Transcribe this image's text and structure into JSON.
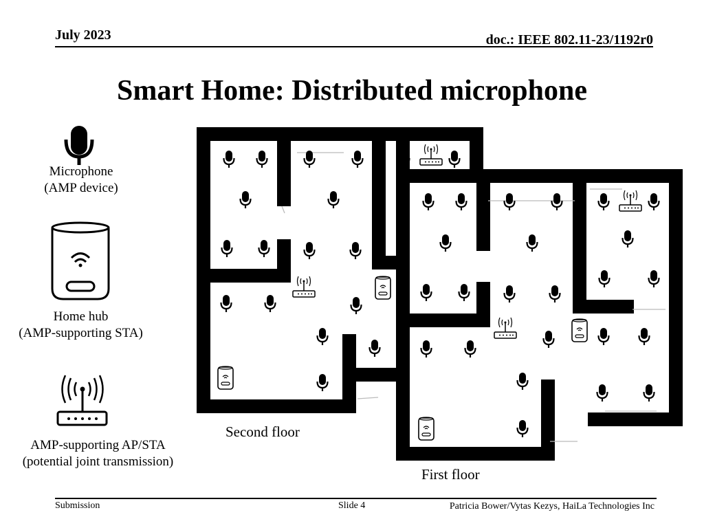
{
  "header": {
    "date": "July 2023",
    "doc": "doc.: IEEE 802.11-23/1192r0"
  },
  "title": "Smart Home: Distributed microphone",
  "legend": {
    "microphone": {
      "line1": "Microphone",
      "line2": "(AMP device)",
      "icon": "microphone-icon"
    },
    "home_hub": {
      "line1": "Home hub",
      "line2": "(AMP-supporting STA)",
      "icon": "home-hub-icon"
    },
    "ap_sta": {
      "line1": "AMP-supporting AP/STA",
      "line2": "(potential joint transmission)",
      "icon": "router-icon"
    }
  },
  "floors": {
    "second": "Second floor",
    "first": "First floor"
  },
  "footer": {
    "left": "Submission",
    "center": "Slide 4",
    "right": "Patricia Bower/Vytas Kezys, HaiLa Technologies Inc"
  }
}
